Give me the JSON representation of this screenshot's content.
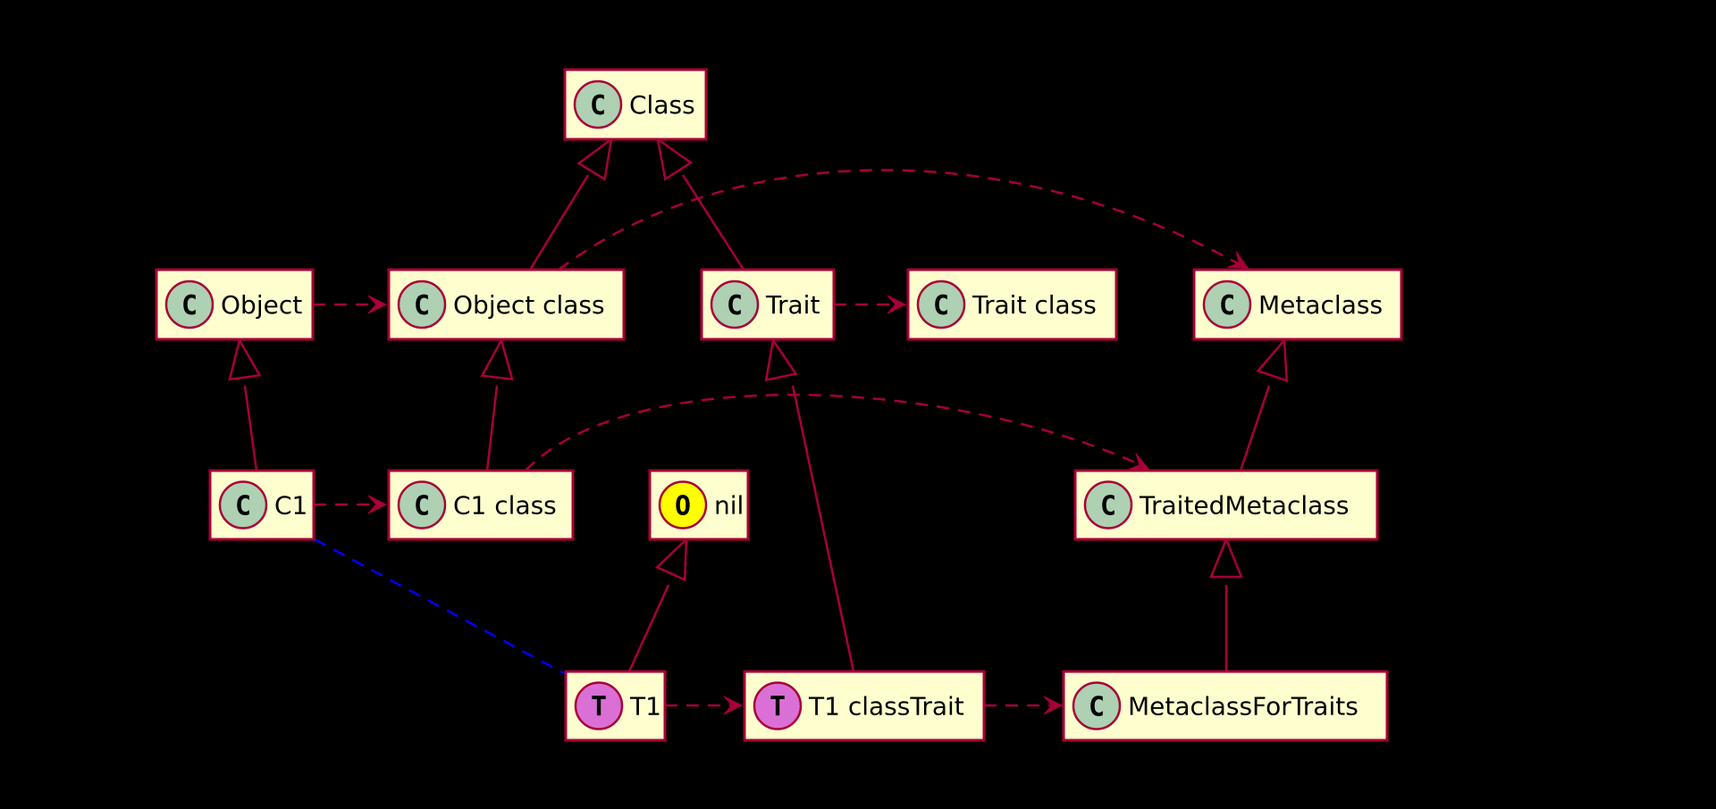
{
  "colors": {
    "background": "#000000",
    "box_fill": "#FEFECE",
    "border": "#A80036",
    "class_badge": "#ADD1B2",
    "object_badge": "#FFFF00",
    "trait_badge": "#DA70D6",
    "blue_link": "#0000FF"
  },
  "nodes": {
    "class": {
      "label": "Class",
      "badge": "C",
      "kind": "class"
    },
    "object": {
      "label": "Object",
      "badge": "C",
      "kind": "class"
    },
    "object_class": {
      "label": "Object class",
      "badge": "C",
      "kind": "class"
    },
    "trait": {
      "label": "Trait",
      "badge": "C",
      "kind": "class"
    },
    "trait_class": {
      "label": "Trait class",
      "badge": "C",
      "kind": "class"
    },
    "metaclass": {
      "label": "Metaclass",
      "badge": "C",
      "kind": "class"
    },
    "c1": {
      "label": "C1",
      "badge": "C",
      "kind": "class"
    },
    "c1_class": {
      "label": "C1 class",
      "badge": "C",
      "kind": "class"
    },
    "nil": {
      "label": "nil",
      "badge": "O",
      "kind": "object"
    },
    "traited_metaclass": {
      "label": "TraitedMetaclass",
      "badge": "C",
      "kind": "class"
    },
    "t1": {
      "label": "T1",
      "badge": "T",
      "kind": "trait"
    },
    "t1_class_trait": {
      "label": "T1 classTrait",
      "badge": "T",
      "kind": "trait"
    },
    "metaclass_for_traits": {
      "label": "MetaclassForTraits",
      "badge": "C",
      "kind": "class"
    }
  },
  "edges": [
    {
      "from": "object_class",
      "to": "class",
      "type": "inheritance"
    },
    {
      "from": "trait",
      "to": "class",
      "type": "inheritance"
    },
    {
      "from": "object",
      "to": "object_class",
      "type": "dependency"
    },
    {
      "from": "object_class",
      "to": "metaclass",
      "type": "dependency"
    },
    {
      "from": "trait",
      "to": "trait_class",
      "type": "dependency"
    },
    {
      "from": "c1",
      "to": "object",
      "type": "inheritance"
    },
    {
      "from": "c1_class",
      "to": "object_class",
      "type": "inheritance"
    },
    {
      "from": "c1",
      "to": "c1_class",
      "type": "dependency"
    },
    {
      "from": "c1_class",
      "to": "traited_metaclass",
      "type": "dependency"
    },
    {
      "from": "traited_metaclass",
      "to": "metaclass",
      "type": "inheritance"
    },
    {
      "from": "t1_class_trait",
      "to": "trait",
      "type": "inheritance"
    },
    {
      "from": "t1",
      "to": "nil",
      "type": "inheritance"
    },
    {
      "from": "c1",
      "to": "t1",
      "type": "association"
    },
    {
      "from": "t1",
      "to": "t1_class_trait",
      "type": "dependency"
    },
    {
      "from": "t1_class_trait",
      "to": "metaclass_for_traits",
      "type": "dependency"
    },
    {
      "from": "metaclass_for_traits",
      "to": "traited_metaclass",
      "type": "inheritance"
    }
  ]
}
